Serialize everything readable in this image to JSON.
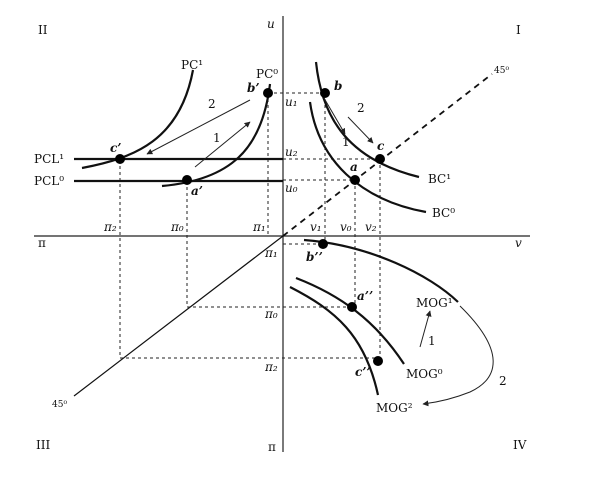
{
  "quadrants": {
    "q1": "I",
    "q2": "II",
    "q3": "III",
    "q4": "IV"
  },
  "axes": {
    "top": "u",
    "bottom": "π",
    "left": "π",
    "right": "v",
    "angle_upper": "45⁰",
    "angle_lower": "45⁰"
  },
  "ticks": {
    "u1": "u₁",
    "u2": "u₂",
    "u0": "u₀",
    "pi2_h": "π₂",
    "pi0_h": "π₀",
    "pi1_h": "π₁",
    "v1": "v₁",
    "v0": "v₀",
    "v2": "v₂",
    "pi1_v": "π₁",
    "pi0_v": "π₀",
    "pi2_v": "π₂"
  },
  "curves": {
    "pc1": "PC¹",
    "pc0": "PC⁰",
    "pcl1": "PCL¹",
    "pcl0": "PCL⁰",
    "bc1": "BC¹",
    "bc0": "BC⁰",
    "mog1": "MOG¹",
    "mog0": "MOG⁰",
    "mog2": "MOG²"
  },
  "points": {
    "b": "b",
    "c": "c",
    "a": "a",
    "b_prime": "b’",
    "c_prime": "c’",
    "a_prime": "a’",
    "b_dprime": "b’’",
    "a_dprime": "a’’",
    "c_dprime": "c’’"
  },
  "steps": {
    "q1_step1": "1",
    "q1_step2": "2",
    "q2_step1": "1",
    "q2_step2": "2",
    "q4_step1": "1",
    "q4_step2": "2"
  }
}
